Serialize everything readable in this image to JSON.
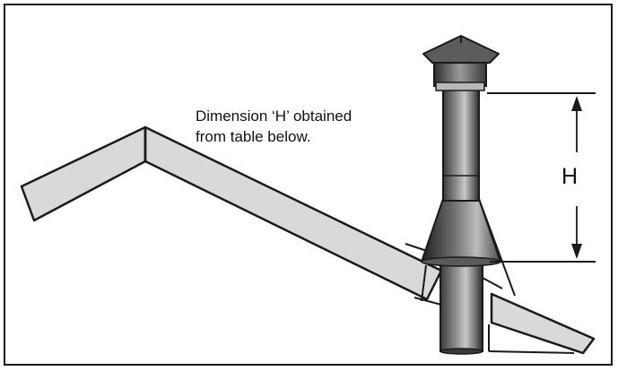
{
  "caption": {
    "line1": "Dimension ‘H’ obtained",
    "line2": "from table below."
  },
  "dimension_label": "H",
  "colors": {
    "stroke": "#1a1a1a",
    "roof_fill": "#d9d9d9",
    "pipe_light": "#c8c8c8",
    "pipe_dark": "#3a3a3a"
  }
}
